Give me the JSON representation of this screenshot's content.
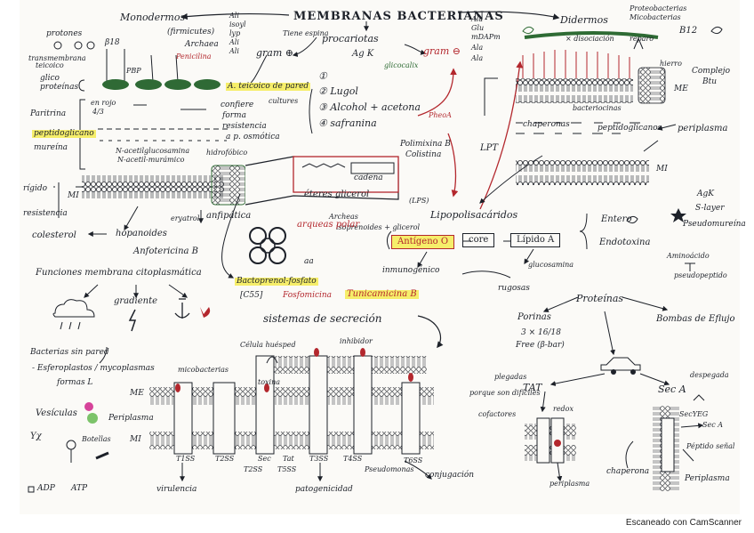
{
  "title": "MEMBRANAS BACTERIANAS",
  "monodermos": {
    "title": "Monodermos",
    "firmicutes": "(firmicutes)",
    "archaea": "Archaea",
    "protones": "protones",
    "transmembrana": "transmembrana",
    "teicoico": "teicoico",
    "glico": "glico",
    "proteinas": "proteínas",
    "b18": "β18",
    "pbp": "PBP",
    "penicilina": "Penicilina",
    "a_teicoico": "A. teicoico de pared",
    "en_rojo": "en rojo",
    "c_4a": "4/3",
    "confiere": "confiere",
    "forma": "forma",
    "resistencia": "resistencia",
    "a_p_osmotica": "a p. osmótica",
    "peptidoglicano": "peptidoglicano",
    "mureina": "mureína",
    "paritrina": "Paritrina",
    "glucosamina": "N-acetilglucosamina",
    "muramico": "N-acetil-murámico",
    "hidrofobico": "hidrofóbico",
    "rigido": "rígido",
    "resistencia2": "resistencia",
    "mi": "MI",
    "colesterol": "colesterol",
    "hopanoides": "hopanoides",
    "erapenem": "eryatrol",
    "anfotericina": "Anfotericina B",
    "anfipatica": "anfipática",
    "funciones": "Funciones membrana citoplasmática",
    "gradiente": "gradiente"
  },
  "center": {
    "gram_pos": "gram ⊕",
    "gram_neg": "gram ⊖",
    "tiene_espina": "Tiene espina",
    "procariotas": "procariotas",
    "agk": "Ag K",
    "glicocalix": "glicocalix",
    "step1": "①",
    "step2": "②  Lugol",
    "step3": "③  Alcohol + acetona",
    "step4": "④  safranina",
    "lipids": [
      "Ali",
      "isoyl",
      "lyp",
      "Ali",
      "Ali"
    ],
    "cultures": "cultures",
    "ester": "éteres glicerol",
    "archeas": "Archeas",
    "isoprenoides": "isoprenoides + glicerol",
    "cadena": "cadena",
    "aa": "aa",
    "arqueas_polar": "arqueas polar",
    "bactoprenol": "Bactoprenol-fosfato",
    "fosfomicina": "Fosfomicina",
    "bactoprenol_code": "[C55]",
    "tunicamicina": "Tunicamicina B",
    "phepa": "PheoA",
    "polimixina": "Polimixina B",
    "colistina": "Colistina",
    "lps_label": "Lipopolisacáridos",
    "lps_code": "(LPS)",
    "lpt": "LPT",
    "antigeno": "Antígeno O",
    "core": "core",
    "lipido": "Lípido A",
    "inmunogenico": "inmunogénico",
    "glucosamina": "glucosamina",
    "rugosas": "rugosas",
    "entero": "Entero",
    "endotoxina": "Endotoxina"
  },
  "didermos": {
    "title": "Didermos",
    "proteobacterias": "Proteobacterias",
    "micobacterias": "Micobacterias",
    "lipids": [
      "Ala",
      "Glu",
      "mDAPm",
      "Ala",
      "Ala"
    ],
    "disociacion": "× disociación",
    "reparo": "reparo",
    "b12": "B12",
    "complejo": "Complejo",
    "btu": "Btu",
    "me": "ME",
    "mi": "MI",
    "chaperonas": "chaperonas",
    "bacteriocinas": "bacteriocinas",
    "peptidoglicanos": "peptidoglicanos",
    "periplasma": "periplasma",
    "agk": "AgK",
    "slayer": "S-layer",
    "pseudomureina": "Pseudomureína",
    "aminoacido": "Aminoácido",
    "pseudopeptido": "pseudopeptido",
    "hierro": "hierro"
  },
  "proteins": {
    "title": "Proteínas",
    "porinas": "Porinas",
    "porinas_size": "3 × 16/18",
    "porinas_free": "Free (β-bar)",
    "bombas": "Bombas de Eflujo",
    "tat": "TAT",
    "sec_a": "Sec A",
    "plegadas": "plegadas",
    "porque": "porque son difíciles",
    "cofactor": "cofactores",
    "redox": "redox",
    "despegada": "despegada",
    "periplasma_s": "periplasma",
    "chaperona": "chaperona",
    "peptido_senal": "Péptido señal",
    "periplasma": "Periplasma",
    "secy": "SecYEG",
    "seca": "Sec A"
  },
  "secretion": {
    "title": "sistemas de secreción",
    "celula_huesped": "Célula huésped",
    "inhibidor": "inhibidor",
    "toxina": "toxina",
    "me": "ME",
    "periplasma": "Periplasma",
    "mi": "MI",
    "microbacterias": "micobacterias",
    "types": [
      "T1SS",
      "T2SS",
      "Sec",
      "T2SS",
      "Tat",
      "T3SS",
      "T4SS",
      "T5SS",
      "T6SS"
    ],
    "virulencia": "virulencia",
    "patogenicidad": "patogenicidad",
    "conjugacion": "conjugación",
    "pseudomonas": "Pseudomonas",
    "adp": "ADP",
    "atp": "ATP",
    "t1ss_bottom": "T1SS",
    "t5ss": "T5SS",
    "t6ss_bottom": "T6SS",
    "sin_pared": "Bacterias sin pared",
    "esferoplastos": "- Esferoplastos / mycoplasmas",
    "formas_l": "formas L",
    "vesiculas": "Vesículas",
    "botellas": "Botellas",
    "yx": "Yχ"
  },
  "footer": "Escaneado con CamScanner"
}
